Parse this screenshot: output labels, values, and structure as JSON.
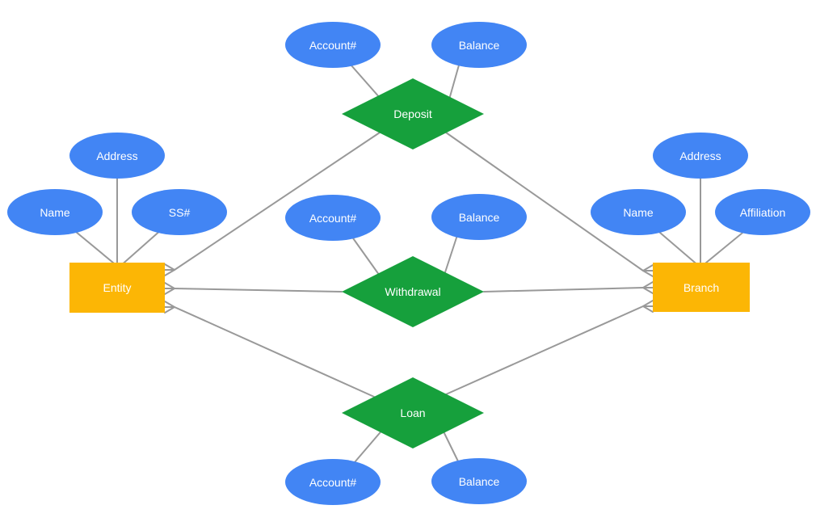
{
  "diagram": {
    "type": "entity-relationship",
    "notation": "crow-foot (many) markers at both entity ends of each relationship",
    "entities": [
      {
        "name": "Entity",
        "attributes": [
          "Name",
          "Address",
          "SS#"
        ]
      },
      {
        "name": "Branch",
        "attributes": [
          "Name",
          "Address",
          "Affiliation"
        ]
      }
    ],
    "relationships": [
      {
        "name": "Deposit",
        "between": [
          "Entity",
          "Branch"
        ],
        "attributes": [
          "Account#",
          "Balance"
        ],
        "cardinality": "many-to-many"
      },
      {
        "name": "Withdrawal",
        "between": [
          "Entity",
          "Branch"
        ],
        "attributes": [
          "Account#",
          "Balance"
        ],
        "cardinality": "many-to-many"
      },
      {
        "name": "Loan",
        "between": [
          "Entity",
          "Branch"
        ],
        "attributes": [
          "Account#",
          "Balance"
        ],
        "cardinality": "many-to-many"
      }
    ]
  },
  "nodes": {
    "entity": "Entity",
    "branch": "Branch",
    "deposit": "Deposit",
    "withdrawal": "Withdrawal",
    "loan": "Loan",
    "deposit_account": "Account#",
    "deposit_balance": "Balance",
    "withdrawal_account": "Account#",
    "withdrawal_balance": "Balance",
    "loan_account": "Account#",
    "loan_balance": "Balance",
    "entity_name": "Name",
    "entity_address": "Address",
    "entity_ss": "SS#",
    "branch_name": "Name",
    "branch_address": "Address",
    "branch_affiliation": "Affiliation"
  },
  "colors": {
    "attribute_fill": "#4285F4",
    "relationship_fill": "#16A03C",
    "entity_fill": "#FCB605",
    "connector": "#999999",
    "label_text": "#FFFFFF",
    "background": "#FFFFFF"
  }
}
